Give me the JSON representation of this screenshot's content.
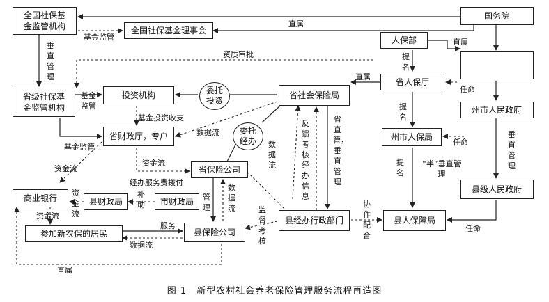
{
  "nodes": {
    "guowuyuan": "国务院",
    "quanguo_jg": "全国社保基\n金监管机构",
    "quanguo_lsh": "全国社保基金理事会",
    "renbaobu": "人保部",
    "empty": "",
    "shengrenbao": "省人保厅",
    "shengji_jg": "省级社保基\n金监管机构",
    "touzi": "投资机构",
    "weituo_touzi": "委托\n投资",
    "sheng_sbj": "省社会保险局",
    "zhoushi_zf": "州市人民政府",
    "sheng_czt": "省财政厅，专户",
    "weituo_jb": "委托\n经办",
    "zhoushi_rbj": "州市人保局",
    "sheng_bx": "省保险公司",
    "xianji_zf": "县级人民政府",
    "shangye_yh": "商业银行",
    "xian_czj": "县财政局",
    "shi_czj": "市财政局",
    "jumin": "参加新农保的居民",
    "xian_bx": "县保险公司",
    "xian_jb": "县经办行政部门",
    "xian_rbj": "县人保障局"
  },
  "labels": {
    "jijin_jg1": "基金监管",
    "zhishu1": "直属",
    "zhishu2": "直属",
    "czhcs": "垂直管理",
    "zizhi": "资质审批",
    "timing1": "提名",
    "zhishu3": "直属",
    "renming1": "任命",
    "jijin_jg2": "基金监管",
    "jijin_tz": "基金投资收支",
    "shujuliu1": "数据流",
    "timing2": "提名",
    "renming2": "任命",
    "jijin_jg3": "基金监管",
    "czhcs2": "垂直管理",
    "fankui": "反馈考核经办信息",
    "sheng_zhiguan": "省直管，垂直管理",
    "shujuliu2": "数据流",
    "timing3": "提名",
    "ban_czhgl": "“半”垂直管理",
    "zijinliu1": "资金流",
    "zijinliu2": "资金流",
    "jbfwf": "经办服务费拨付",
    "zijinliu3": "资金流",
    "buzhu": "补助",
    "guanli": "管理",
    "shujuliu3": "数据流",
    "jiandu": "监督考核",
    "xiezuo": "协作配合",
    "renming3": "任命",
    "zijinliu4": "资金流",
    "fuwu": "服务",
    "shujuliu4": "数据流",
    "zhishu4": "直属"
  },
  "caption": "图 1　新型农村社会养老保险管理服务流程再造图"
}
